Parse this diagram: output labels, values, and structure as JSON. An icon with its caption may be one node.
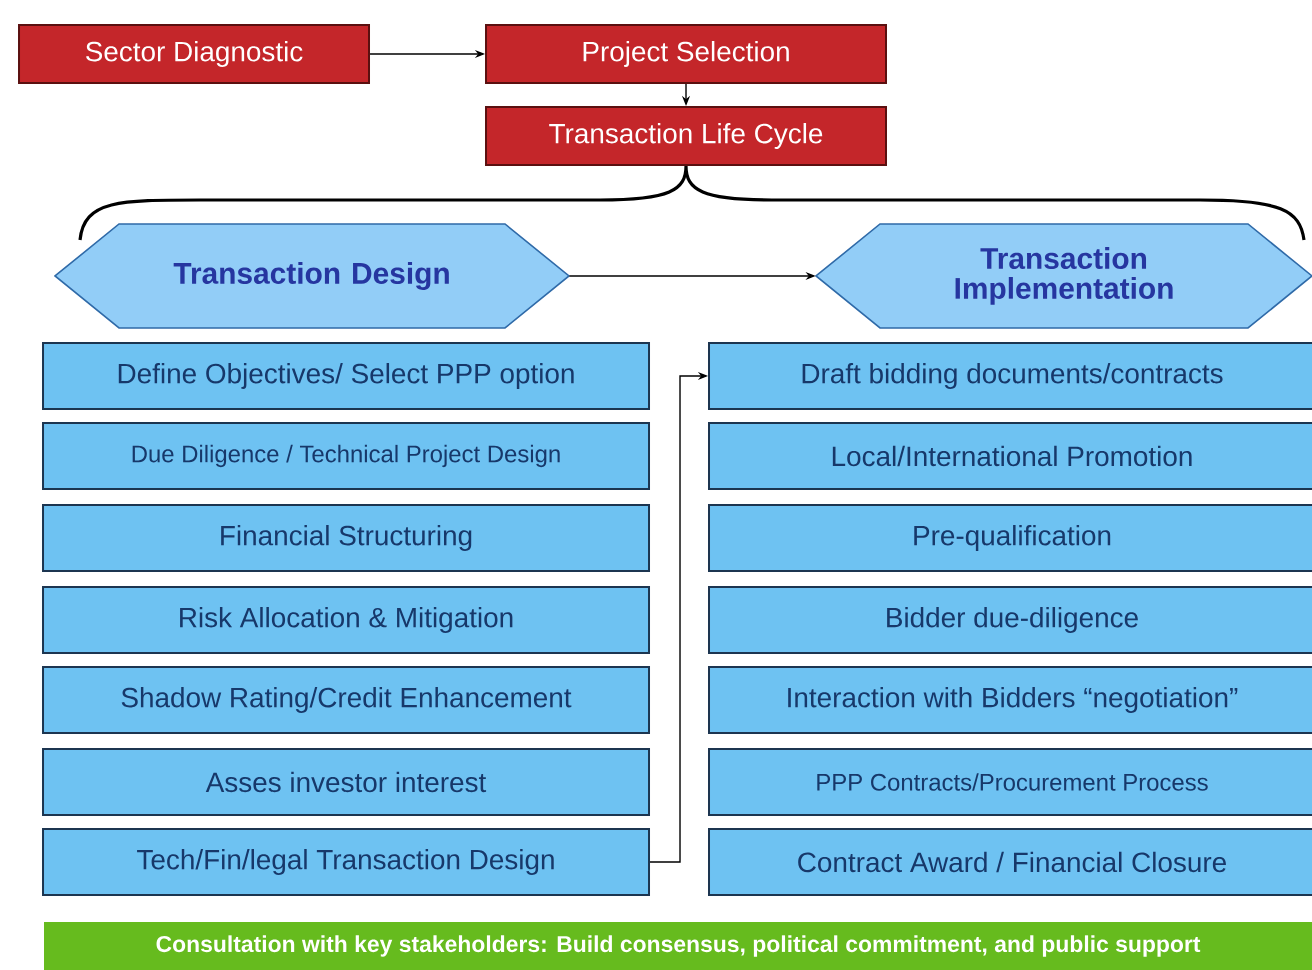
{
  "diagram": {
    "nodes": [
      {
        "text": [
          "Sector Diagnostic"
        ]
      },
      {
        "text": [
          "Project Selection"
        ]
      },
      {
        "text": [
          "Transaction Life Cycle"
        ]
      },
      {
        "text": [
          "Transaction Design"
        ]
      },
      {
        "text": [
          "Transaction Implementation"
        ]
      },
      {
        "text": [
          "Define Objectives/ Select PPP option"
        ]
      },
      {
        "text": [
          "Due Diligence / Technical Project Design"
        ]
      },
      {
        "text": [
          "Financial Structuring"
        ]
      },
      {
        "text": [
          "Risk Allocation & Mitigation"
        ]
      },
      {
        "text": [
          "Shadow Rating/Credit Enhancement"
        ]
      },
      {
        "text": [
          "Asses investor interest"
        ]
      },
      {
        "text": [
          "Tech/Fin/legal Transaction Design"
        ]
      },
      {
        "text": [
          "Draft bidding documents/contracts"
        ]
      },
      {
        "text": [
          "Local/International Promotion"
        ]
      },
      {
        "text": [
          "Pre-qualification"
        ]
      },
      {
        "text": [
          "Bidder due-diligence"
        ]
      },
      {
        "text": [
          "Interaction with Bidders “negotiation”"
        ]
      },
      {
        "text": [
          "PPP Contracts/Procurement Process"
        ]
      },
      {
        "text": [
          "Contract Award / Financial Closure"
        ]
      },
      {
        "text": [
          "Consultation with key stakeholders: Build consensus, political commitment, and public support"
        ]
      }
    ],
    "edges": [
      {
        "from": 0,
        "to": 1,
        "arrow": "to"
      },
      {
        "from": 1,
        "to": 2,
        "arrow": "to"
      },
      {
        "from": 3,
        "to": 4,
        "arrow": "to"
      },
      {
        "from": 11,
        "to": 12,
        "arrow": "to"
      }
    ]
  }
}
